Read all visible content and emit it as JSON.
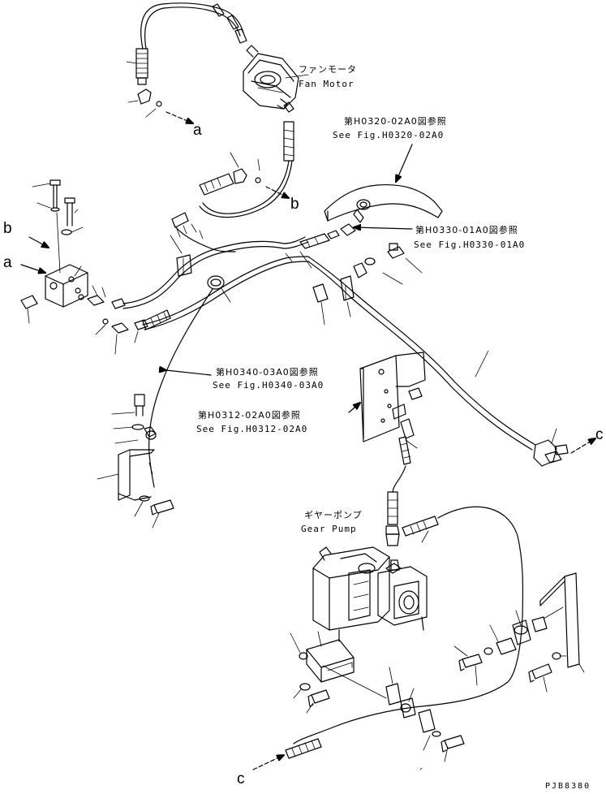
{
  "labels": {
    "fan_motor_jp": "ファンモータ",
    "fan_motor_en": "Fan Motor",
    "gear_pump_jp": "ギヤーポンプ",
    "gear_pump_en": "Gear Pump",
    "ref_h0320_jp": "第H0320-02A0図参照",
    "ref_h0320_en": "See Fig.H0320-02A0",
    "ref_h0330_jp": "第H0330-01A0図参照",
    "ref_h0330_en": "See Fig.H0330-01A0",
    "ref_h0340_jp": "第H0340-03A0図参照",
    "ref_h0340_en": "See Fig.H0340-03A0",
    "ref_h0312_jp": "第H0312-02A0図参照",
    "ref_h0312_en": "See Fig.H0312-02A0"
  },
  "connectors": {
    "a_top": "a",
    "a_left": "a",
    "b_mid": "b",
    "b_left": "b",
    "c_right": "c",
    "c_bottom": "c"
  },
  "drawing_code": "PJB8380"
}
